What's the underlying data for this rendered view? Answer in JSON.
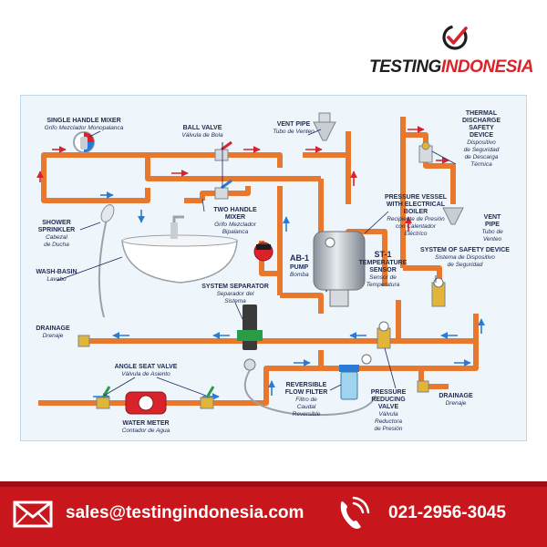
{
  "brand": {
    "name_left": "TESTING",
    "name_right": "INDONESIA",
    "icon": "checkmark-circle-icon",
    "color_dark": "#1e1e1e",
    "color_red": "#d8232a"
  },
  "diagram": {
    "pipe_color": "#e8782d",
    "background": "#eef6fc",
    "flow_arrow_colors": [
      "#d8232a",
      "#2a7bd4"
    ],
    "labels": {
      "single_handle_mixer": {
        "title": "SINGLE HANDLE MIXER",
        "subtitle": "Grifo Mezclador Monopalanca"
      },
      "ball_valve": {
        "title": "BALL VALVE",
        "subtitle": "Válvula de Bola"
      },
      "vent_pipe_top": {
        "title": "VENT PIPE",
        "subtitle": "Tubo de Venteo"
      },
      "thermal_discharge": {
        "title_lines": [
          "THERMAL",
          "DISCHARGE",
          "SAFETY",
          "DEVICE"
        ],
        "subtitle_lines": [
          "Dispositivo",
          "de Seguridad",
          "de Descarga",
          "Térmica"
        ]
      },
      "pressure_vessel": {
        "title_lines": [
          "PRESSURE VESSEL",
          "WITH ELECTRICAL",
          "BOILER"
        ],
        "subtitle_lines": [
          "Recipiente de Presión",
          "con Calentador",
          "Eléctrico"
        ]
      },
      "vent_pipe_right": {
        "title_lines": [
          "VENT",
          "PIPE"
        ],
        "subtitle_lines": [
          "Tubo de",
          "Venteo"
        ]
      },
      "two_handle_mixer": {
        "title_lines": [
          "TWO HANDLE",
          "MIXER"
        ],
        "subtitle_lines": [
          "Grifo Mezclador",
          "Bipalanca"
        ]
      },
      "shower_sprinkler": {
        "title_lines": [
          "SHOWER",
          "SPRINKLER"
        ],
        "subtitle_lines": [
          "Cabezal",
          "de Ducha"
        ]
      },
      "pump": {
        "code": "AB-1",
        "title": "PUMP",
        "subtitle": "Bomba"
      },
      "temperature_sensor": {
        "code": "ST-1",
        "title_lines": [
          "TEMPERATURE",
          "SENSOR"
        ],
        "subtitle_lines": [
          "Sensor de",
          "Temperatura"
        ]
      },
      "system_of_safety_device": {
        "title": "SYSTEM OF SAFETY DEVICE",
        "subtitle_lines": [
          "Sistema de Dispositivo",
          "de Seguridad"
        ]
      },
      "wash_basin": {
        "title": "WASH-BASIN",
        "subtitle": "Lavabo"
      },
      "system_separator": {
        "title": "SYSTEM SEPARATOR",
        "subtitle_lines": [
          "Separador del",
          "Sistema"
        ]
      },
      "drainage_left": {
        "title": "DRAINAGE",
        "subtitle": "Drenaje"
      },
      "angle_seat_valve": {
        "title": "ANGLE SEAT VALVE",
        "subtitle": "Válvula de Asiento"
      },
      "water_meter": {
        "title": "WATER METER",
        "subtitle": "Contador de Agua"
      },
      "reversible_flow_filter": {
        "title_lines": [
          "REVERSIBLE",
          "FLOW FILTER"
        ],
        "subtitle_lines": [
          "Filtro de",
          "Caudal",
          "Reversible"
        ]
      },
      "pressure_reducing_valve": {
        "title_lines": [
          "PRESSURE",
          "REDUCING",
          "VALVE"
        ],
        "subtitle_lines": [
          "Válvula",
          "Reductora",
          "de Presión"
        ]
      },
      "drainage_right": {
        "title": "DRAINAGE",
        "subtitle": "Drenaje"
      }
    }
  },
  "footer": {
    "email": "sales@testingindonesia.com",
    "phone": "021-2956-3045",
    "email_icon": "envelope-icon",
    "phone_icon": "phone-ringing-icon",
    "background": "#c8161d"
  }
}
